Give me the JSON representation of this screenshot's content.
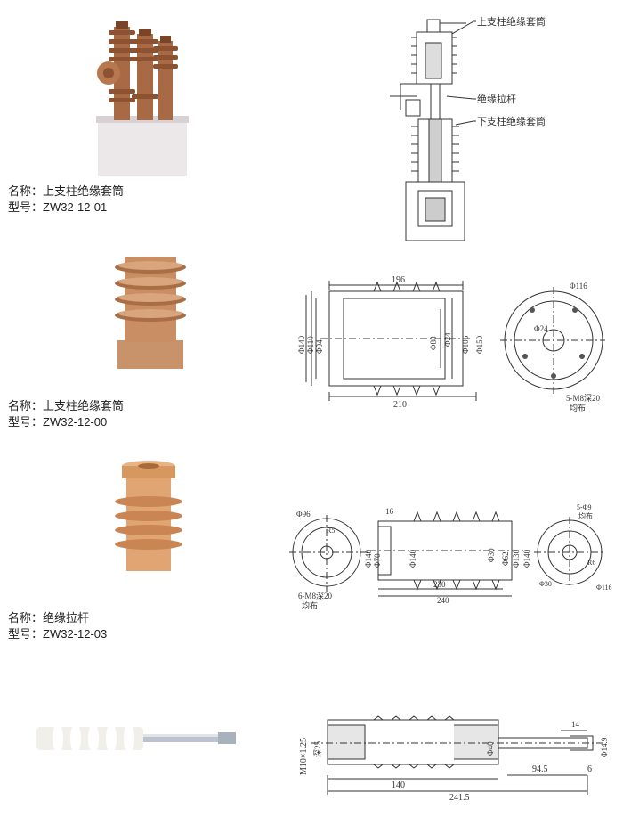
{
  "products": [
    {
      "name_label": "名称：上支柱绝缘套筒",
      "model_label": "型号：ZW32-12-01",
      "assembly_labels": [
        "上支柱绝缘套筒",
        "绝缘拉杆",
        "下支柱绝缘套筒"
      ]
    },
    {
      "name_label": "名称：上支柱绝缘套筒",
      "model_label": "型号：ZW32-12-00",
      "dims": {
        "len_top": "196",
        "len_bottom": "210",
        "d_a": "Φ140",
        "d_b": "Φ110",
        "d_c": "Φ94",
        "d_d": "Φ88",
        "d_e": "Φ24",
        "d_f": "Φ106",
        "d_g": "Φ150",
        "end_outer": "Φ116",
        "end_inner": "Φ24",
        "holes": "5-M8深20",
        "holes_note": "均布"
      }
    },
    {
      "name_label": "名称：绝缘拉杆",
      "model_label": "型号：ZW32-12-03",
      "dims": {
        "left_outer": "Φ96",
        "left_r": "R5",
        "left_holes": "6-M8深20",
        "left_note": "均布",
        "flange": "16",
        "d1": "Φ140",
        "d2": "Φ70",
        "d3": "Φ140",
        "d4": "Φ30",
        "d5": "Φ62",
        "d6": "Φ130",
        "d7": "Φ140",
        "len1": "230",
        "len2": "240",
        "right_holes": "5-Φ9",
        "right_note": "均布",
        "right_r": "R6",
        "right_d1": "Φ30",
        "right_d2": "Φ116"
      }
    },
    {
      "dims": {
        "thread": "M10×1.25",
        "depth": "深25",
        "dia": "Φ40",
        "end_len": "14",
        "end_dia": "Φ14.9",
        "mid_len": "94.5",
        "tip": "6",
        "len_a": "140",
        "total": "241.5"
      }
    }
  ]
}
